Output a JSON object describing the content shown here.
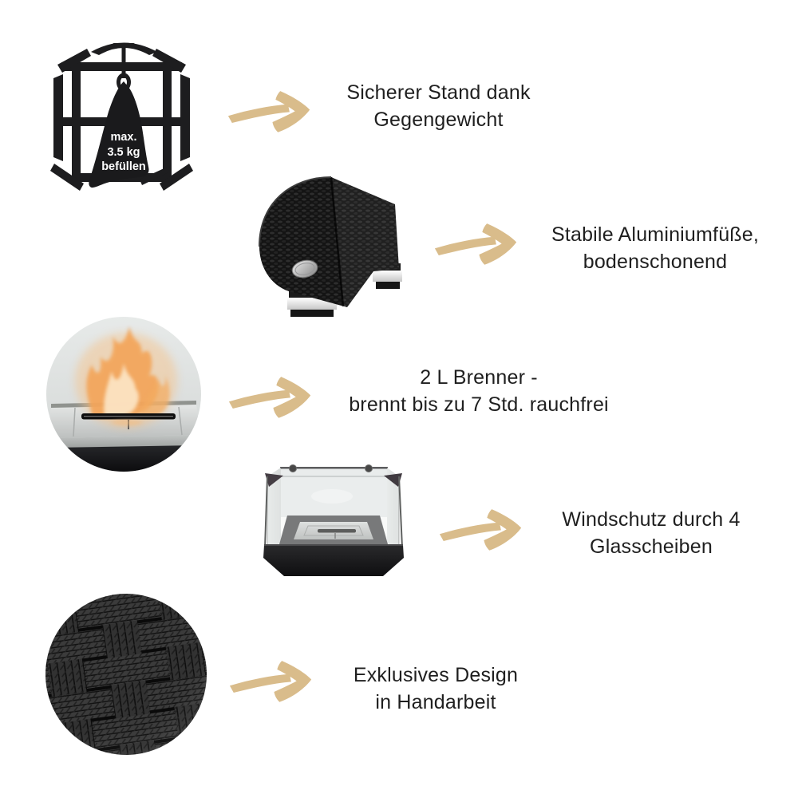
{
  "background_color": "#ffffff",
  "text_color": "#1f1f1f",
  "arrow": {
    "name": "hand-drawn-right-arrow",
    "color": "#D9BC8B"
  },
  "features": [
    {
      "image_name": "counterweight-bag-in-frame",
      "line1": "Sicherer Stand dank",
      "line2": "Gegengewicht",
      "bag_label": {
        "line1": "max.",
        "line2": "3.5 kg",
        "line3": "befüllen"
      }
    },
    {
      "image_name": "rattan-corner-aluminium-feet",
      "line1": "Stabile Aluminiumfüße,",
      "line2": "bodenschonend"
    },
    {
      "image_name": "burner-flame",
      "line1": "2 L Brenner -",
      "line2": "brennt bis zu 7 Std. rauchfrei"
    },
    {
      "image_name": "glass-windshield",
      "line1": "Windschutz durch 4",
      "line2": "Glasscheiben"
    },
    {
      "image_name": "handwoven-rattan-texture",
      "line1": "Exklusives Design",
      "line2": "in Handarbeit"
    }
  ]
}
